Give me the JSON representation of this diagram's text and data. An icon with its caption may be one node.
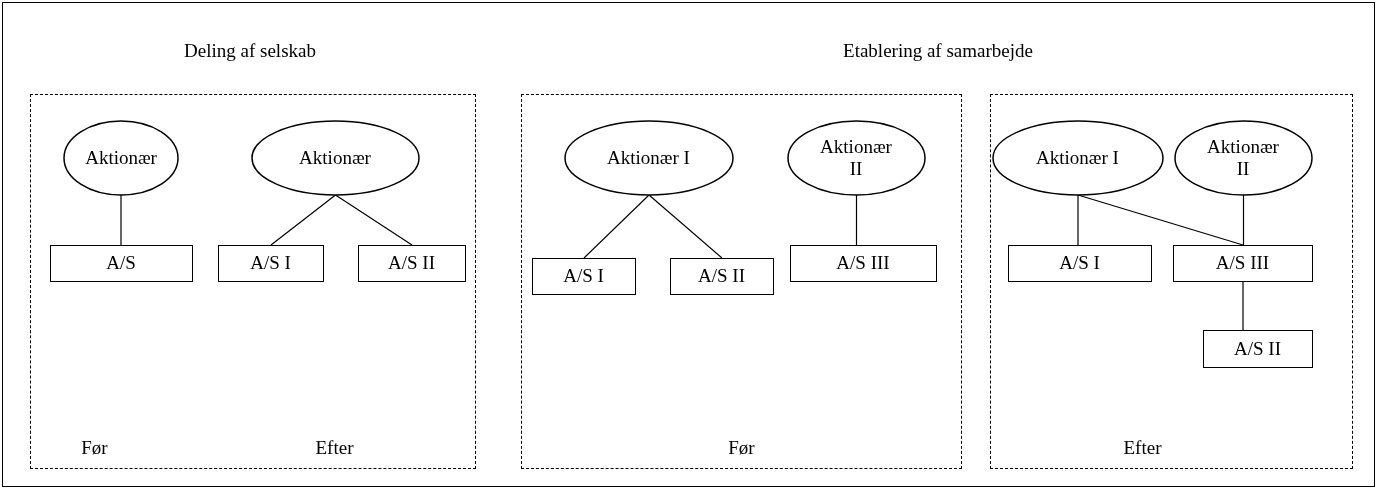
{
  "diagram": {
    "nodes": [
      {
        "text": [
          "Før",
          "Efter"
        ]
      },
      {
        "text": [
          "Aktionær"
        ],
        "in": 0
      },
      {
        "text": [
          "Aktionær"
        ],
        "in": 0
      },
      {
        "text": [
          "A/S"
        ],
        "in": 0
      },
      {
        "text": [
          "A/S I"
        ],
        "in": 0
      },
      {
        "text": [
          "A/S II"
        ],
        "in": 0
      },
      {
        "text": [
          "Før"
        ]
      },
      {
        "text": [
          "Aktionær I"
        ],
        "in": 6
      },
      {
        "text": [
          "Aktionær II"
        ],
        "in": 6
      },
      {
        "text": [
          "A/S I"
        ],
        "in": 6
      },
      {
        "text": [
          "A/S II"
        ],
        "in": 6
      },
      {
        "text": [
          "A/S III"
        ],
        "in": 6
      },
      {
        "text": [
          "Efter"
        ]
      },
      {
        "text": [
          "Aktionær I"
        ],
        "in": 12
      },
      {
        "text": [
          "Aktionær II"
        ],
        "in": 12
      },
      {
        "text": [
          "A/S I"
        ],
        "in": 12
      },
      {
        "text": [
          "A/S III"
        ],
        "in": 12
      },
      {
        "text": [
          "A/S II"
        ],
        "in": 12
      }
    ],
    "edges": [
      {
        "from": 1,
        "to": 3,
        "arrow": "none"
      },
      {
        "from": 2,
        "to": 4,
        "arrow": "none"
      },
      {
        "from": 2,
        "to": 5,
        "arrow": "none"
      },
      {
        "from": 7,
        "to": 9,
        "arrow": "none"
      },
      {
        "from": 7,
        "to": 10,
        "arrow": "none"
      },
      {
        "from": 8,
        "to": 11,
        "arrow": "none"
      },
      {
        "from": 13,
        "to": 15,
        "arrow": "none"
      },
      {
        "from": 13,
        "to": 16,
        "arrow": "none"
      },
      {
        "from": 14,
        "to": 16,
        "arrow": "none"
      },
      {
        "from": 16,
        "to": 17,
        "arrow": "none"
      }
    ],
    "labels": [
      "Deling af selskab",
      "Etablering af samarbejde"
    ]
  }
}
